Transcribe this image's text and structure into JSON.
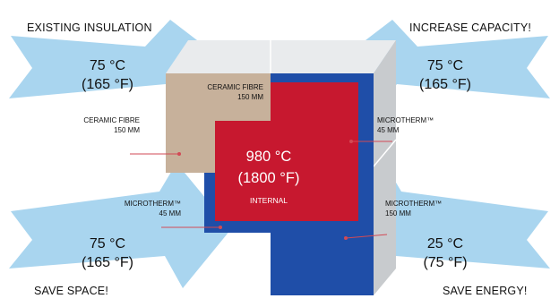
{
  "corners": {
    "top_left": {
      "heading": "EXISTING INSULATION",
      "temp_c": "75 °C",
      "temp_f": "(165 °F)"
    },
    "top_right": {
      "heading": "INCREASE CAPACITY!",
      "temp_c": "75 °C",
      "temp_f": "(165 °F)"
    },
    "bottom_left": {
      "heading": "SAVE SPACE!",
      "temp_c": "75 °C",
      "temp_f": "(165 °F)"
    },
    "bottom_right": {
      "heading": "SAVE ENERGY!",
      "temp_c": "25 °C",
      "temp_f": "(75 °F)"
    }
  },
  "center": {
    "temp_c": "980 °C",
    "temp_f": "(1800 °F)",
    "label": "INTERNAL"
  },
  "layers": {
    "ceramic_on_block": {
      "name": "CERAMIC FIBRE",
      "thickness": "150 MM"
    },
    "ceramic_left": {
      "name": "CERAMIC FIBRE",
      "thickness": "150 MM"
    },
    "microtherm_45_left": {
      "name": "MICROTHERM™",
      "thickness": "45 MM"
    },
    "microtherm_45_right": {
      "name": "MICROTHERM™",
      "thickness": "45 MM"
    },
    "microtherm_150_right": {
      "name": "MICROTHERM™",
      "thickness": "150 MM"
    }
  },
  "colors": {
    "arrow": "#a9d5ef",
    "ceramic": "#c7b19b",
    "microtherm": "#1f4ea8",
    "hot_core": "#c7182f",
    "block_top": "#e9ebed",
    "block_side": "#c8cbce",
    "pointer_line": "#d24a55"
  }
}
